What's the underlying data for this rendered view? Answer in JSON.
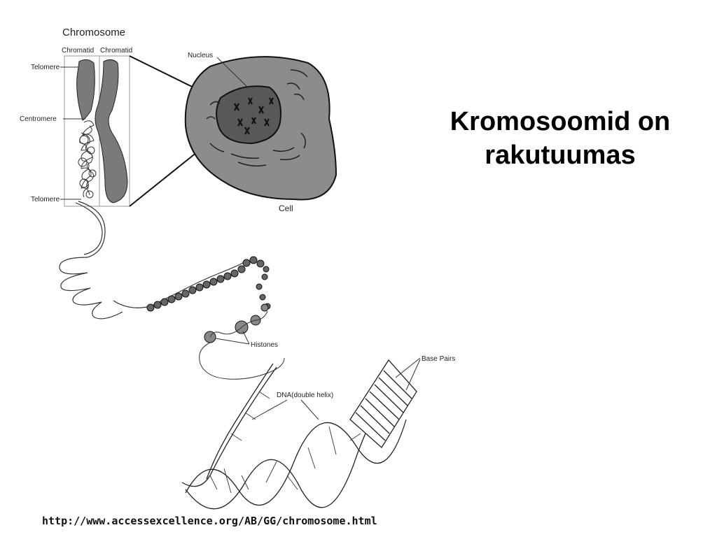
{
  "slide": {
    "title_line1": "Kromosoomid on",
    "title_line2": "rakutuumas",
    "source_url": "http://www.accessexcellence.org/AB/GG/chromosome.html"
  },
  "diagram": {
    "chromosome_label": "Chromosome",
    "chromatid_left": "Chromatid",
    "chromatid_right": "Chromatid",
    "telomere_top": "Telomere",
    "centromere": "Centromere",
    "telomere_bottom": "Telomere",
    "nucleus": "Nucleus",
    "cell": "Cell",
    "histones": "Histones",
    "dna": "DNA(double helix)",
    "base_pairs": "Base Pairs",
    "colors": {
      "chromosome_fill": "#7a7a7a",
      "cell_fill": "#8c8c8c",
      "nucleus_fill": "#585858",
      "line": "#222222"
    }
  }
}
